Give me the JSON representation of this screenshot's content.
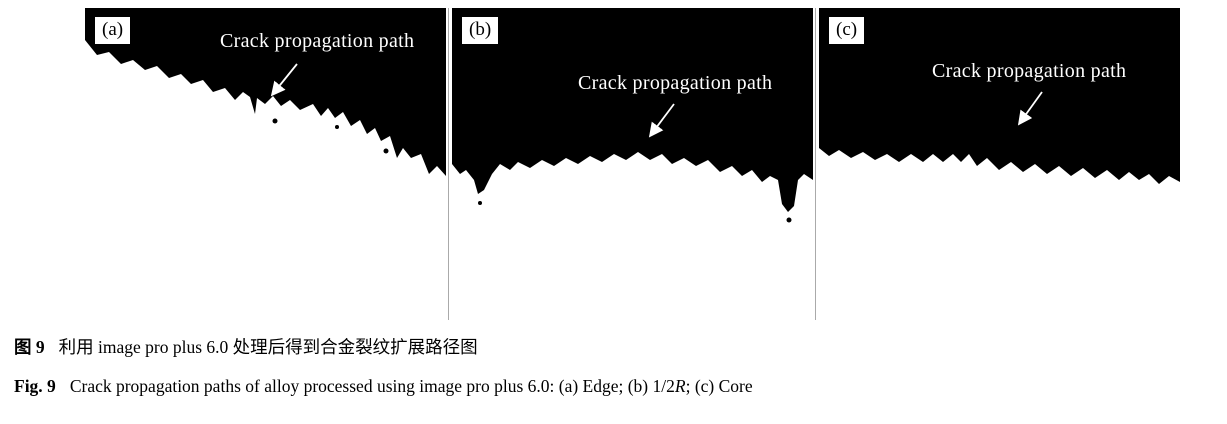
{
  "figure": {
    "panels": [
      {
        "label": "(a)",
        "annotation": "Crack propagation path"
      },
      {
        "label": "(b)",
        "annotation": "Crack propagation path"
      },
      {
        "label": "(c)",
        "annotation": "Crack propagation path"
      }
    ],
    "colors": {
      "crack_region": "#000000",
      "panel_background": "#ffffff",
      "annotation_text": "#ffffff"
    },
    "caption_zh": {
      "prefix": "图 9",
      "text": "利用 image pro plus 6.0 处理后得到合金裂纹扩展路径图"
    },
    "caption_en": {
      "prefix": "Fig. 9",
      "text_before_italic": "Crack propagation paths of alloy processed using image pro plus 6.0: (a) Edge; (b) 1/2",
      "italic": "R",
      "text_after_italic": "; (c) Core"
    }
  }
}
